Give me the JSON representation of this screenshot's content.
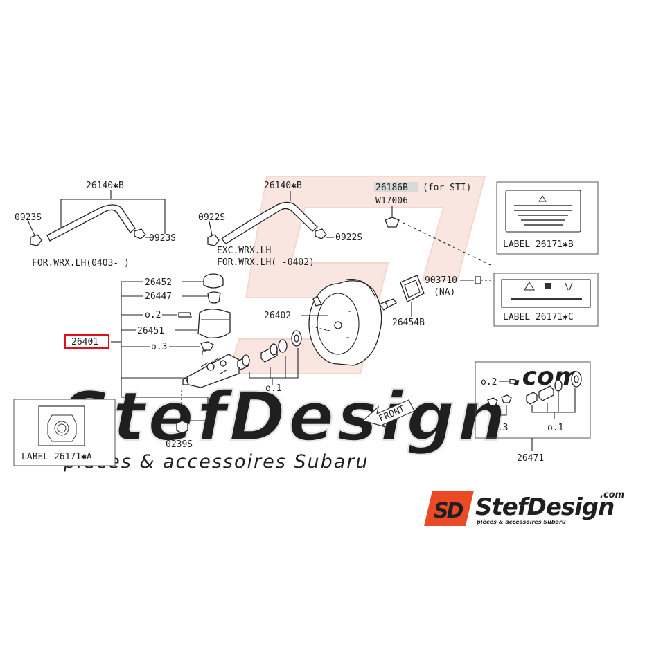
{
  "colors": {
    "watermark": "#f6d7cf",
    "watermark_gray": "#e9e9e9",
    "highlight_box": "#e0101a",
    "logo_orange": "#ea4a25",
    "logo_dark": "#2b2b2b"
  },
  "watermark": {
    "big_text": "StefDesign",
    "dot_com": ".com",
    "tagline": "pieces & accessoires Subaru"
  },
  "logo": {
    "mark": "SD",
    "name": "StefDesign",
    "dot_com": ".com",
    "tagline": "pièces & accessoires Subaru"
  },
  "labels": {
    "hose_left_part": "26140✱B",
    "hose_left_clip_l": "0923S",
    "hose_left_clip_r": "0923S",
    "hose_left_note": "FOR.WRX.LH(0403-   )",
    "hose_right_part": "26140✱B",
    "hose_right_clip_l": "0922S",
    "hose_right_clip_r": "0922S",
    "hose_right_note1": "EXC.WRX.LH",
    "hose_right_note2": "FOR.WRX.LH(   -0402)",
    "sti_part": "26186B",
    "sti_note": "(for STI)",
    "w_clip": "W17006",
    "cap": "26452",
    "filter": "26447",
    "o2": "o.2",
    "reservoir": "26451",
    "o3": "o.3",
    "master_cyl": "26401",
    "booster": "26402",
    "gasket": "26454B",
    "o1": "o.1",
    "bolt": "0239S",
    "bolt_903": "903710",
    "na_note": "(NA)",
    "front": "FRONT",
    "label_b": "LABEL 26171✱B",
    "label_c": "LABEL 26171✱C",
    "label_a": "LABEL 26171✱A",
    "kit_o2": "o.2",
    "kit_o3": "o.3",
    "kit_o1": "o.1",
    "kit": "26471"
  }
}
